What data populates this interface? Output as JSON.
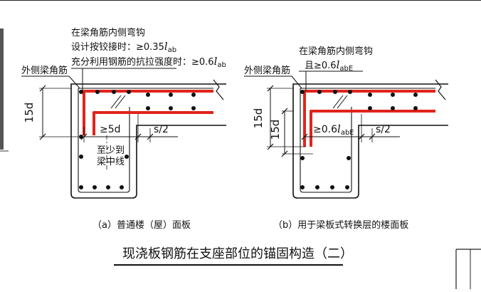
{
  "diagram_a": {
    "label_hook_top": "在梁角筋内侧弯钩",
    "label_hinge_prefix": "设计按铰接时：≥0.35",
    "label_full_prefix": "充分利用钢筋的抗拉强度时：≥0.6",
    "anchor_var": "l",
    "anchor_sub_a": "ab",
    "label_outer_bar": "外侧梁角筋",
    "dim_15d": "15d",
    "dim_5d": "≥5d",
    "dim_s2": "s/2",
    "label_min1": "至少到",
    "label_min2": "梁中线",
    "caption": "（a）普通楼（屋）面板"
  },
  "diagram_b": {
    "label_hook_top": "在梁角筋内侧弯钩",
    "label_and_prefix": "且≥0.6",
    "anchor_sub_abe": "abE",
    "label_outer_bar": "外侧梁角筋",
    "dim_15d_outer": "15d",
    "dim_15d_inner": "15d",
    "dim_anchor_prefix": "≥0.6",
    "dim_s2": "s/2",
    "caption": "（b）用于梁板式转换层的楼面板"
  },
  "title": "现浇板钢筋在支座部位的锚固构造（二）",
  "colors": {
    "rebar": "#e0241b",
    "line": "#111111"
  }
}
